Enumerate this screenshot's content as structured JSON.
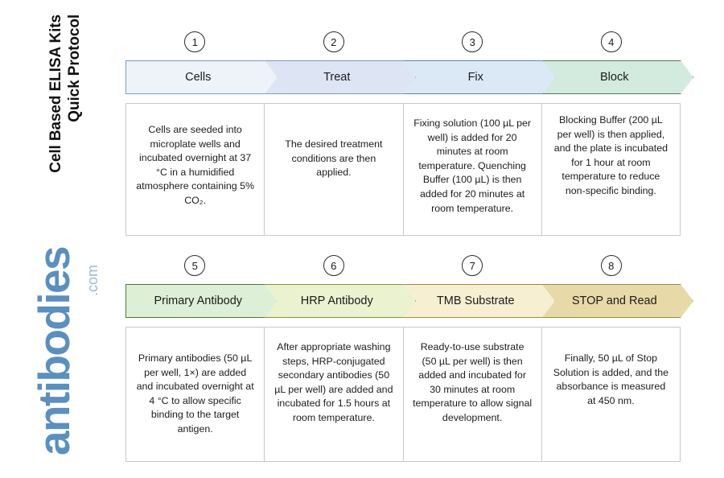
{
  "title": {
    "line1": "Cell Based ELISA Kits",
    "line2": "Quick Protocol"
  },
  "logo": {
    "word": "antibodies",
    "tld": ".com",
    "color": "#5b8fbe",
    "tld_color": "#9bb9d3"
  },
  "rows": [
    {
      "name": "top-row",
      "steps": [
        {
          "number": "1",
          "label": "Cells",
          "fill": "#eef3fa",
          "stroke": "#7a9cc6",
          "body": "Cells are seeded into microplate wells and incubated overnight at 37 °C in a humidified atmosphere containing 5% CO₂."
        },
        {
          "number": "2",
          "label": "Treat",
          "fill": "#dde5f5",
          "stroke": "#7a9cc6",
          "body": "The desired treatment conditions are then applied."
        },
        {
          "number": "3",
          "label": "Fix",
          "fill": "#dbe9f6",
          "stroke": "#5b85b5",
          "body": "Fixing solution (100 µL per well) is added for 20 minutes at room temperature. Quenching Buffer (100 µL) is then added for 20 minutes at room temperature."
        },
        {
          "number": "4",
          "label": "Block",
          "fill": "#d3ebdf",
          "stroke": "#4f7a5f",
          "body": "Blocking Buffer (200 µL per well) is then applied, and the plate is incubated for 1 hour at room temperature to reduce non-specific binding."
        }
      ]
    },
    {
      "name": "bottom-row",
      "steps": [
        {
          "number": "5",
          "label": "Primary Antibody",
          "fill": "#ddefd6",
          "stroke": "#4c7a33",
          "body": "Primary antibodies (50 µL per well, 1×) are added and incubated overnight at 4 °C to allow specific binding to the target antigen."
        },
        {
          "number": "6",
          "label": "HRP Antibody",
          "fill": "#eaf2cf",
          "stroke": "#8a8f3a",
          "body": "After appropriate washing steps, HRP-conjugated secondary antibodies (50 µL per well) are added and incubated for 1.5 hours at room temperature."
        },
        {
          "number": "7",
          "label": "TMB Substrate",
          "fill": "#f6efd2",
          "stroke": "#a08a40",
          "body": "Ready-to-use substrate (50 µL per well) is then added and incubated for 30 minutes at room temperature to allow signal development."
        },
        {
          "number": "8",
          "label": "STOP and Read",
          "fill": "#e8d9a8",
          "stroke": "#a08a40",
          "body": "Finally, 50 µL of Stop Solution is added, and the absorbance is measured at 450 nm."
        }
      ]
    }
  ]
}
